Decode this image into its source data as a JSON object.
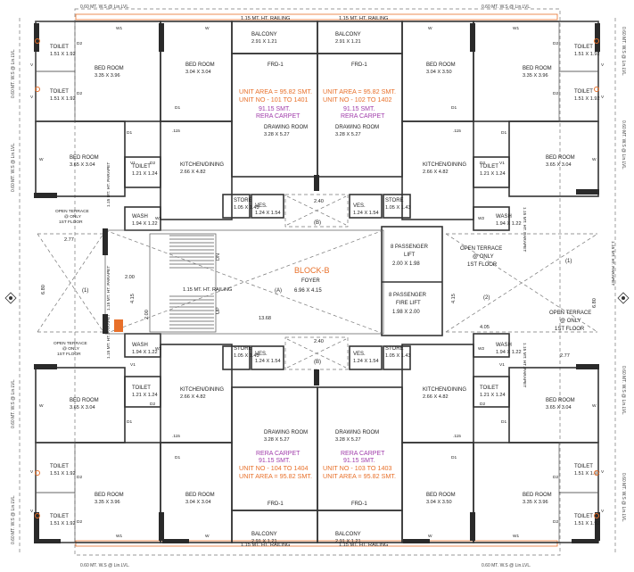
{
  "rooms": {
    "tl": [
      {
        "name": "TOILET",
        "dim": "1.51 X 1.92"
      },
      {
        "name": "TOILET",
        "dim": "1.51 X 1.92"
      },
      {
        "name": "BED ROOM",
        "dim": "3.35 X 3.96"
      },
      {
        "name": "BED ROOM",
        "dim": "3.04 X 3.04"
      },
      {
        "name": "BALCONY",
        "dim": "2.91 X 1.21"
      },
      {
        "name": "DRAWING ROOM",
        "dim": "3.28 X 5.27"
      },
      {
        "name": "BED ROOM",
        "dim": "3.65 X 3.04"
      },
      {
        "name": "TOILET",
        "dim": "1.21 X 1.24"
      },
      {
        "name": "KITCHEN/DINING",
        "dim": "2.66 X 4.82"
      },
      {
        "name": "STORE",
        "dim": "1.05 X 1.43"
      },
      {
        "name": "VES.",
        "dim": "1.24 X 1.54"
      },
      {
        "name": "WASH",
        "dim": "1.94 X 1.22"
      }
    ],
    "tr": [
      {
        "name": "TOILET",
        "dim": "1.51 X 1.92"
      },
      {
        "name": "TOILET",
        "dim": "1.51 X 1.92"
      },
      {
        "name": "BED ROOM",
        "dim": "3.35 X 3.96"
      },
      {
        "name": "BED ROOM",
        "dim": "3.04 X 3.50"
      },
      {
        "name": "BALCONY",
        "dim": "2.91 X 1.21"
      },
      {
        "name": "DRAWING ROOM",
        "dim": "3.28 X 5.27"
      },
      {
        "name": "BED ROOM",
        "dim": "3.65 X 3.04"
      },
      {
        "name": "TOILET",
        "dim": "1.21 X 1.24"
      },
      {
        "name": "KITCHEN/DINING",
        "dim": "2.66 X 4.82"
      },
      {
        "name": "STORE",
        "dim": "1.05 X 1.43"
      },
      {
        "name": "VES.",
        "dim": "1.24 X 1.54"
      },
      {
        "name": "WASH",
        "dim": "1.94 X 1.22"
      }
    ],
    "bl": [
      {
        "name": "TOILET",
        "dim": "1.51 X 1.92"
      },
      {
        "name": "TOILET",
        "dim": "1.51 X 1.92"
      },
      {
        "name": "BED ROOM",
        "dim": "3.35 X 3.96"
      },
      {
        "name": "BED ROOM",
        "dim": "3.04 X 3.04"
      },
      {
        "name": "BALCONY",
        "dim": "2.91 X 1.21"
      },
      {
        "name": "DRAWING ROOM",
        "dim": "3.28 X 5.27"
      },
      {
        "name": "BED ROOM",
        "dim": "3.65 X 3.04"
      },
      {
        "name": "TOILET",
        "dim": "1.21 X 1.24"
      },
      {
        "name": "KITCHEN/DINING",
        "dim": "2.66 X 4.82"
      },
      {
        "name": "STORE",
        "dim": "1.05 X 1.43"
      },
      {
        "name": "VES.",
        "dim": "1.24 X 1.54"
      },
      {
        "name": "WASH",
        "dim": "1.94 X 1.22"
      }
    ],
    "br": [
      {
        "name": "TOILET",
        "dim": "1.51 X 1.92"
      },
      {
        "name": "TOILET",
        "dim": "1.51 X 1.92"
      },
      {
        "name": "BED ROOM",
        "dim": "3.35 X 3.96"
      },
      {
        "name": "BED ROOM",
        "dim": "3.04 X 3.50"
      },
      {
        "name": "BALCONY",
        "dim": "2.91 X 1.21"
      },
      {
        "name": "DRAWING ROOM",
        "dim": "3.28 X 5.27"
      },
      {
        "name": "BED ROOM",
        "dim": "3.65 X 3.04"
      },
      {
        "name": "TOILET",
        "dim": "1.21 X 1.24"
      },
      {
        "name": "KITCHEN/DINING",
        "dim": "2.66 X 4.82"
      },
      {
        "name": "STORE",
        "dim": "1.05 X 1.43"
      },
      {
        "name": "VES.",
        "dim": "1.24 X 1.54"
      },
      {
        "name": "WASH",
        "dim": "1.94 X 1.22"
      }
    ]
  },
  "units": {
    "tl": {
      "area": "UNIT AREA = 95.82 SMT.",
      "unit": "UNIT NO - 101 TO 1401",
      "carpet": "91.15 SMT.",
      "rera": "RERA CARPET"
    },
    "tr": {
      "area": "UNIT AREA = 95.82 SMT.",
      "unit": "UNIT NO - 102 TO 1402",
      "carpet": "91.15 SMT.",
      "rera": "RERA CARPET"
    },
    "bl": {
      "rera": "RERA CARPET",
      "carpet": "91.15 SMT.",
      "unit": "UNIT NO - 104 TO 1404",
      "area": "UNIT AREA = 95.82 SMT."
    },
    "br": {
      "rera": "RERA CARPET",
      "carpet": "91.15 SMT.",
      "unit": "UNIT NO - 103 TO 1403",
      "area": "UNIT AREA = 95.82 SMT."
    }
  },
  "railings": {
    "top": "1.15 MT. HT. RAILING",
    "bottom": "1.15 MT. HT. RAILING"
  },
  "ws_labels": {
    "horizontal": "0.60 MT. W.S @ Lin.LVL.",
    "vertical": "0.60 MT. W.S @ Lin.LVL."
  },
  "parapet": "1.15 MT. HT. PARAPET",
  "frd": "FRD-1",
  "door_labels": {
    "d1": "D1",
    "d2": "D2",
    "w": "W",
    "w1": "W1",
    "w2": "W2",
    "v": "V",
    "v1": "V1"
  },
  "core": {
    "block": "BLOCK-B",
    "foyer": "FOYER",
    "foyer_dim": "6.96 X 4.15",
    "foyer_tag": "(A)",
    "lift1": "8 PASSENGER",
    "lift1b": "LIFT",
    "lift1_dim": "2.00 X 1.98",
    "lift2": "8 PASSENGER",
    "lift2b": "FIRE LIFT",
    "lift2_dim": "1.98 X 2.00",
    "duct": "(B)",
    "duct_dim": "2.40",
    "open_terrace_l": [
      "OPEN TERRACE",
      "@ ONLY",
      "1ST FLOOR"
    ],
    "open_terrace_r1": [
      "OPEN TERRACE",
      "@ ONLY",
      "1ST FLOOR"
    ],
    "open_terrace_r2": [
      "OPEN TERRACE",
      "@ ONLY",
      "1ST FLOOR"
    ],
    "open_terrace_lb": [
      "OPEN TERRACE",
      "@ ONLY",
      "1ST FLOOR"
    ],
    "tag1": "(1)",
    "tag2": "(2)",
    "tag1r": "(1)",
    "dim_277": "2.77",
    "dim_277b": "2.77",
    "dim_1368": "13.68",
    "dim_405": "4.05",
    "dim_415": "4.15",
    "dim_415r": "4.15",
    "dim_680": "6.80",
    "dim_680r": "6.80",
    "dim_200a": "2.00",
    "dim_200b": "2.00",
    "railing_mid": "1.15 MT. HT. RAILING",
    "up": "UP",
    "dn": "DN",
    "small_115": ".115"
  }
}
